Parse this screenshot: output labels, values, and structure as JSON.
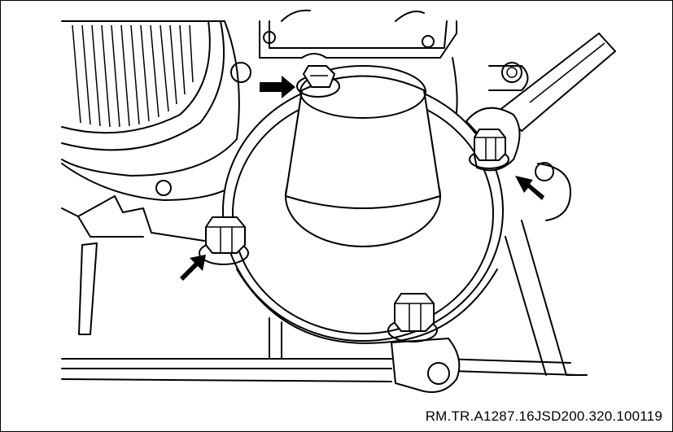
{
  "figure": {
    "reference_code": "RM.TR.A1287.16JSD200.320.100119",
    "background_color": "#ffffff",
    "line_color": "#000000"
  },
  "callout_arrows": [
    {
      "name": "arrow-top-bolt",
      "points_to": "top bolt"
    },
    {
      "name": "arrow-left-bolt",
      "points_to": "left bolt"
    },
    {
      "name": "arrow-right-bolt",
      "points_to": "right bolt"
    }
  ]
}
